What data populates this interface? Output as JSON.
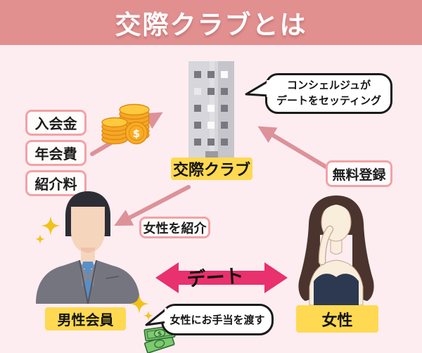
{
  "title": "交際クラブとは",
  "club": {
    "label": "交際クラブ"
  },
  "fees": [
    "入会金",
    "年会費",
    "紹介料"
  ],
  "free_register": "無料登録",
  "introduce_label": "女性を紹介",
  "date_label": "デート",
  "male_label": "男性会員",
  "female_label": "女性",
  "bubble_concierge": {
    "line1": "コンシェルジュが",
    "line2": "デートをセッティング"
  },
  "bubble_allowance": "女性にお手当を渡す",
  "currency_symbol": "$",
  "icons": {
    "coins": "coins-icon",
    "money": "money-bills-icon",
    "sparkle": "sparkle-icon",
    "building": "building-illustration",
    "man": "male-member-illustration",
    "woman": "female-illustration"
  },
  "colors": {
    "background": "#fdedf1",
    "header_bg": "#e18f8f",
    "header_text": "#ffffff",
    "label_border": "#f2a2a6",
    "label_bg": "#fffbfb",
    "highlight_yellow": "#ffd951",
    "arrow_pink": "#dc9298",
    "date_arrow": "#e8316e"
  }
}
